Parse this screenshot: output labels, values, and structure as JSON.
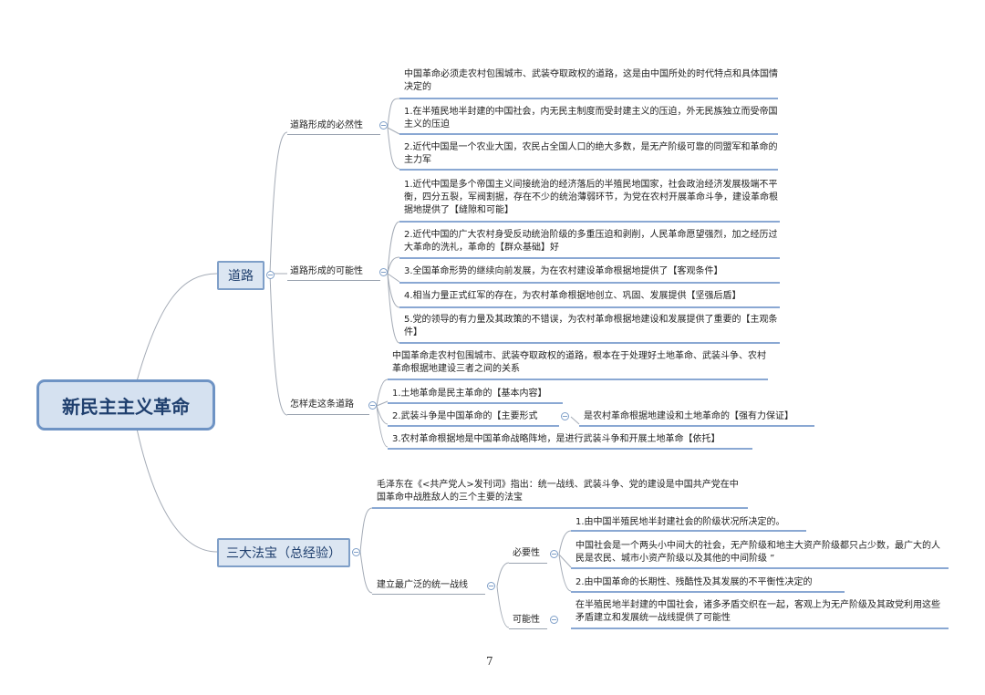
{
  "root": {
    "label": "新民主主义革命"
  },
  "branch_road": {
    "label": "道路",
    "necessity": {
      "label": "道路形成的必然性",
      "items": [
        "中国革命必须走农村包围城市、武装夺取政权的道路，这是由中国所处的时代特点和具体国情决定的",
        "1.在半殖民地半封建的中国社会，内无民主制度而受封建主义的压迫，外无民族独立而受帝国主义的压迫",
        "2.近代中国是一个农业大国，农民占全国人口的绝大多数，是无产阶级可靠的同盟军和革命的主力军"
      ]
    },
    "possibility": {
      "label": "道路形成的可能性",
      "items": [
        "1.近代中国是多个帝国主义间接统治的经济落后的半殖民地国家，社会政治经济发展极端不平衡，四分五裂，军阀割据，存在不少的统治薄弱环节，为党在农村开展革命斗争，建设革命根据地提供了【缝隙和可能】",
        "2.近代中国的广大农村身受反动统治阶级的多重压迫和剥削，人民革命愿望强烈，加之经历过大革命的洗礼，革命的【群众基础】好",
        "3.全国革命形势的继续向前发展，为在农村建设革命根据地提供了【客观条件】",
        "4.相当力量正式红军的存在，为农村革命根据地创立、巩固、发展提供【坚强后盾】",
        "5.党的领导的有力量及其政策的不错误，为农村革命根据地建设和发展提供了重要的【主观条件】"
      ]
    },
    "how": {
      "label": "怎样走这条道路",
      "intro": "中国革命走农村包围城市、武装夺取政权的道路，根本在于处理好土地革命、武装斗争、农村革命根据地建设三者之间的关系",
      "item1": "1.土地革命是民主革命的【基本内容】",
      "item2": "2.武装斗争是中国革命的【主要形式",
      "item2_child": "是农村革命根据地建设和土地革命的【强有力保证】",
      "item3": "3.农村革命根据地是中国革命战略阵地，是进行武装斗争和开展土地革命【依托】"
    }
  },
  "branch_treasures": {
    "label": "三大法宝（总经验）",
    "intro": "毛泽东在《<共产党人>发刊词》指出：统一战线、武装斗争、党的建设是中国共产党在中国革命中战胜敌人的三个主要的法宝",
    "united_front": {
      "label": "建立最广泛的统一战线",
      "necessity": {
        "label": "必要性",
        "items": [
          "1.由中国半殖民地半封建社会的阶级状况所决定的。",
          "中国社会是一个两头小中间大的社会，无产阶级和地主大资产阶级都只占少数，最广大的人民是农民、城市小资产阶级以及其他的中间阶级 ”",
          "2.由中国革命的长期性、残酷性及其发展的不平衡性决定的"
        ]
      },
      "possibility": {
        "label": "可能性",
        "text": "在半殖民地半封建的中国社会，诸多矛盾交织在一起，客观上为无产阶级及其政党利用这些矛盾建立和发展统一战线提供了可能性"
      }
    }
  },
  "page_number": "7",
  "colors": {
    "node_fill": "#dce6f2",
    "node_border": "#7f9fc8",
    "line": "#8aa8d3",
    "connector": "#9aa3b0"
  }
}
